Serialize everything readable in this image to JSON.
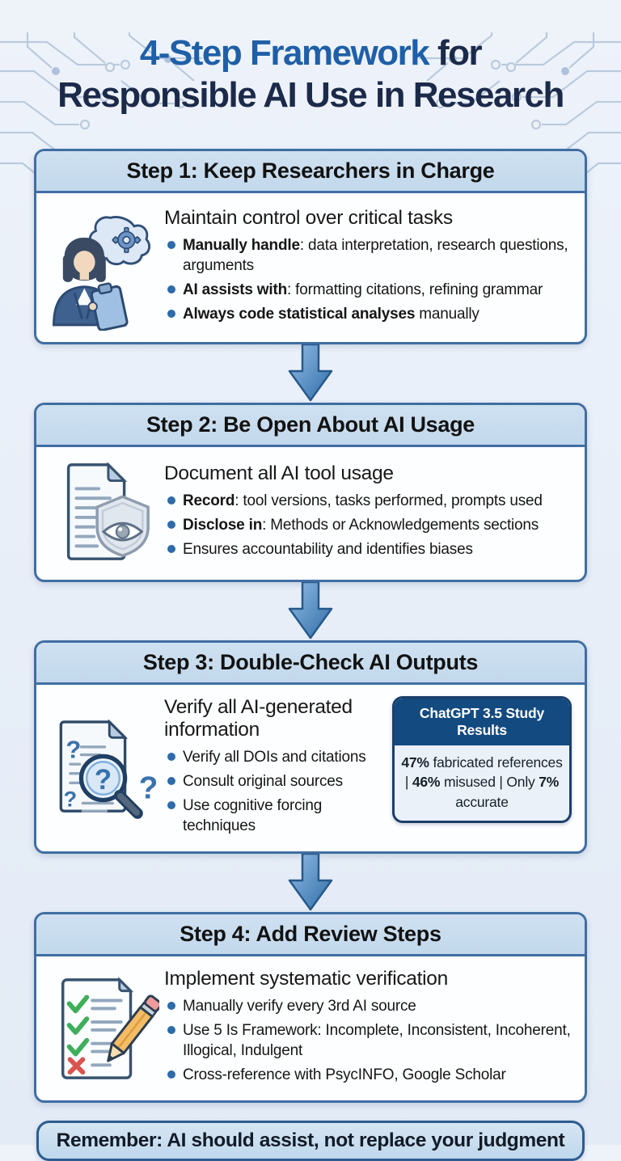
{
  "page": {
    "title_blue": "4-Step Framework",
    "title_rest": " for",
    "title_line2": "Responsible AI Use in Research",
    "footer": "Remember: AI should assist, not replace your judgment"
  },
  "colors": {
    "accent_blue": "#1f5fa7",
    "navy": "#1c2a4a",
    "card_border": "#3f6ea3",
    "header_bg": "#c6dbee",
    "bullet_dot": "#2e6ba8",
    "stat_header_bg": "#134a80",
    "page_bg": "#e9eff8"
  },
  "steps": [
    {
      "header": "Step 1: Keep Researchers in Charge",
      "icon": "researcher-thinking-icon",
      "subtitle": "Maintain control over critical tasks",
      "bullets": [
        {
          "lead": "Manually handle",
          "rest": ": data interpretation, research questions, arguments"
        },
        {
          "lead": "AI assists with",
          "rest": ": formatting citations, refining grammar"
        },
        {
          "lead": "Always code statistical analyses",
          "rest": " manually"
        }
      ]
    },
    {
      "header": "Step 2: Be Open About AI Usage",
      "icon": "document-shield-eye-icon",
      "subtitle": "Document all AI tool usage",
      "bullets": [
        {
          "lead": "Record",
          "rest": ": tool versions, tasks performed, prompts used"
        },
        {
          "lead": "Disclose in",
          "rest": ": Methods or Acknowledgements sections"
        },
        {
          "lead": "",
          "rest": "Ensures accountability and identifies biases"
        }
      ]
    },
    {
      "header": "Step 3: Double-Check AI Outputs",
      "icon": "document-magnifier-question-icon",
      "subtitle": "Verify all AI-generated information",
      "bullets": [
        {
          "lead": "",
          "rest": "Verify all DOIs and citations"
        },
        {
          "lead": "",
          "rest": "Consult original sources"
        },
        {
          "lead": "",
          "rest": "Use cognitive forcing techniques"
        }
      ],
      "stat_box": {
        "title": "ChatGPT 3.5 Study Results",
        "segments": [
          {
            "b": "47%"
          },
          {
            "t": " fabricated references | "
          },
          {
            "b": "46%"
          },
          {
            "t": " misused | Only "
          },
          {
            "b": "7%"
          },
          {
            "t": " accurate"
          }
        ]
      }
    },
    {
      "header": "Step 4: Add Review Steps",
      "icon": "checklist-pencil-icon",
      "subtitle": "Implement systematic verification",
      "bullets": [
        {
          "lead": "",
          "rest": "Manually verify every 3rd AI source"
        },
        {
          "lead": "",
          "rest": "Use 5 Is Framework: Incomplete, Inconsistent, Incoherent, Illogical, Indulgent"
        },
        {
          "lead": "",
          "rest": "Cross-reference with PsycINFO, Google Scholar"
        }
      ]
    }
  ]
}
